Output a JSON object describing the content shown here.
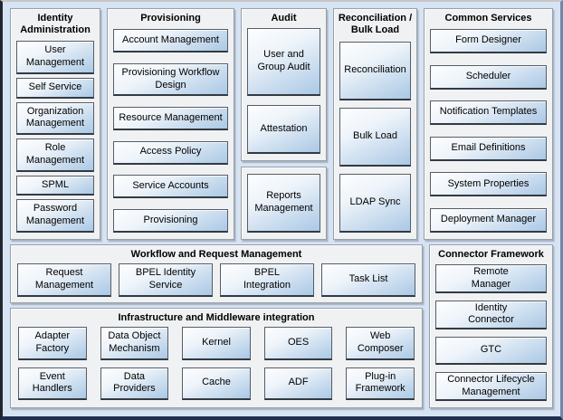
{
  "columns": {
    "identity_administration": {
      "title": "Identity Administration",
      "items": [
        "User Management",
        "Self Service",
        "Organization Management",
        "Role Management",
        "SPML",
        "Password Management"
      ]
    },
    "provisioning": {
      "title": "Provisioning",
      "items": [
        "Account Management",
        "Provisioning Workflow Design",
        "Resource Management",
        "Access Policy",
        "Service Accounts",
        "Provisioning"
      ]
    },
    "audit": {
      "title": "Audit",
      "items": [
        "User and Group Audit",
        "Attestation"
      ],
      "secondary_items": [
        "Reports Management"
      ]
    },
    "reconciliation_bulk_load": {
      "title": "Reconciliation / Bulk Load",
      "items": [
        "Reconciliation",
        "Bulk Load",
        "LDAP Sync"
      ]
    },
    "common_services": {
      "title": "Common Services",
      "items": [
        "Form Designer",
        "Scheduler",
        "Notification Templates",
        "Email Definitions",
        "System Properties",
        "Deployment Manager"
      ]
    }
  },
  "workflow": {
    "title": "Workflow and Request Management",
    "items": [
      "Request Management",
      "BPEL Identity Service",
      "BPEL Integration",
      "Task List"
    ]
  },
  "infrastructure": {
    "title": "Infrastructure and Middleware integration",
    "row1": [
      "Adapter Factory",
      "Data Object Mechanism",
      "Kernel",
      "OES",
      "Web Composer"
    ],
    "row2": [
      "Event Handlers",
      "Data Providers",
      "Cache",
      "ADF",
      "Plug-in Framework"
    ]
  },
  "connector_framework": {
    "title": "Connector Framework",
    "items": [
      "Remote Manager",
      "Identity Connector",
      "GTC",
      "Connector Lifecycle Management"
    ]
  },
  "colors": {
    "diagram_background": "#d6e3f2",
    "panel_background": "#eff1f3",
    "box_gradient_top": "#fdfeff",
    "box_gradient_bottom": "#aac8e5",
    "box_border": "#555d65",
    "text": "#000000"
  }
}
